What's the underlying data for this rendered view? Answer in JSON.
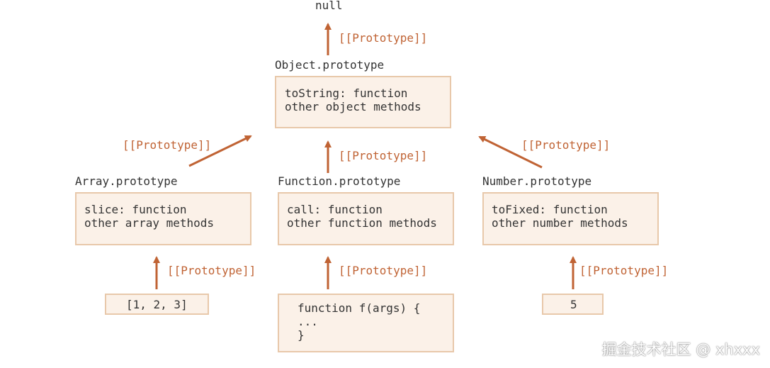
{
  "colors": {
    "arrow": "#c06334",
    "box_fill": "#fbf1e8",
    "box_border": "#e8c8aa",
    "text": "#333333"
  },
  "null_label": "null",
  "prototype_arrow_label": "[[Prototype]]",
  "object_prototype": {
    "title": "Object.prototype",
    "lines": [
      "toString: function",
      "other object methods"
    ]
  },
  "array_prototype": {
    "title": "Array.prototype",
    "lines": [
      "slice: function",
      "other array methods"
    ]
  },
  "function_prototype": {
    "title": "Function.prototype",
    "lines": [
      "call: function",
      "other function methods"
    ]
  },
  "number_prototype": {
    "title": "Number.prototype",
    "lines": [
      "toFixed: function",
      "other number methods"
    ]
  },
  "array_instance": {
    "text": "[1, 2, 3]"
  },
  "function_instance": {
    "lines": [
      "function f(args) {",
      "...",
      "}"
    ]
  },
  "number_instance": {
    "text": "5"
  },
  "watermark": "掘金技术社区 @ xhxxx"
}
